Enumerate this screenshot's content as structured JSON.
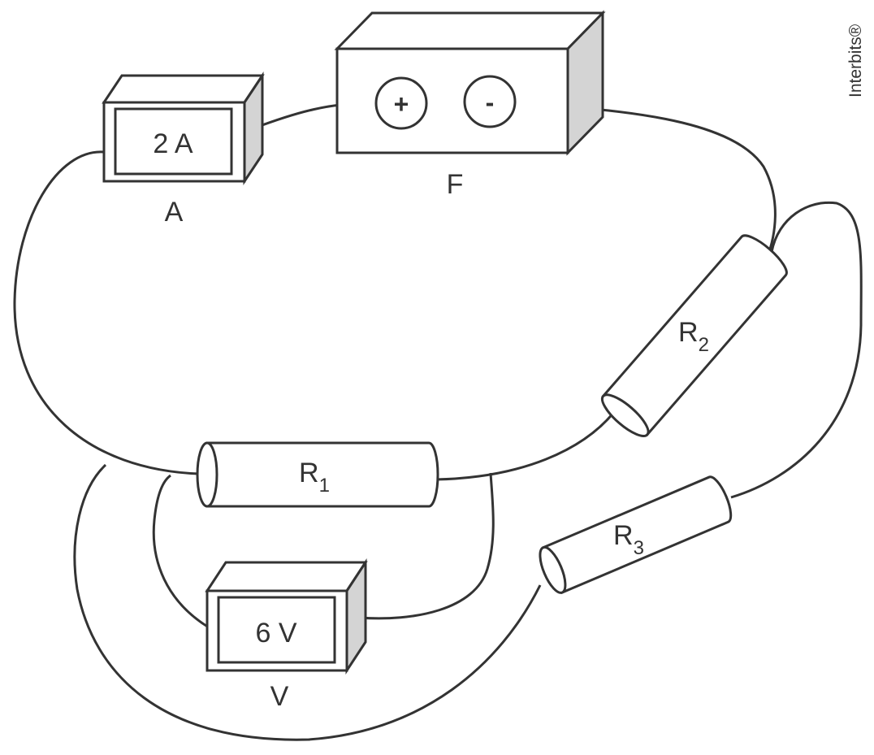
{
  "watermark": "Interbits®",
  "ammeter": {
    "reading": "2 A",
    "label": "A"
  },
  "source": {
    "plus": "+",
    "minus": "-",
    "label": "F"
  },
  "voltmeter": {
    "reading": "6 V",
    "label": "V"
  },
  "resistors": [
    {
      "letter": "R",
      "subscript": "1"
    },
    {
      "letter": "R",
      "subscript": "2"
    },
    {
      "letter": "R",
      "subscript": "3"
    }
  ],
  "colors": {
    "stroke": "#333333",
    "shade": "#d4d4d4",
    "background": "#ffffff"
  }
}
